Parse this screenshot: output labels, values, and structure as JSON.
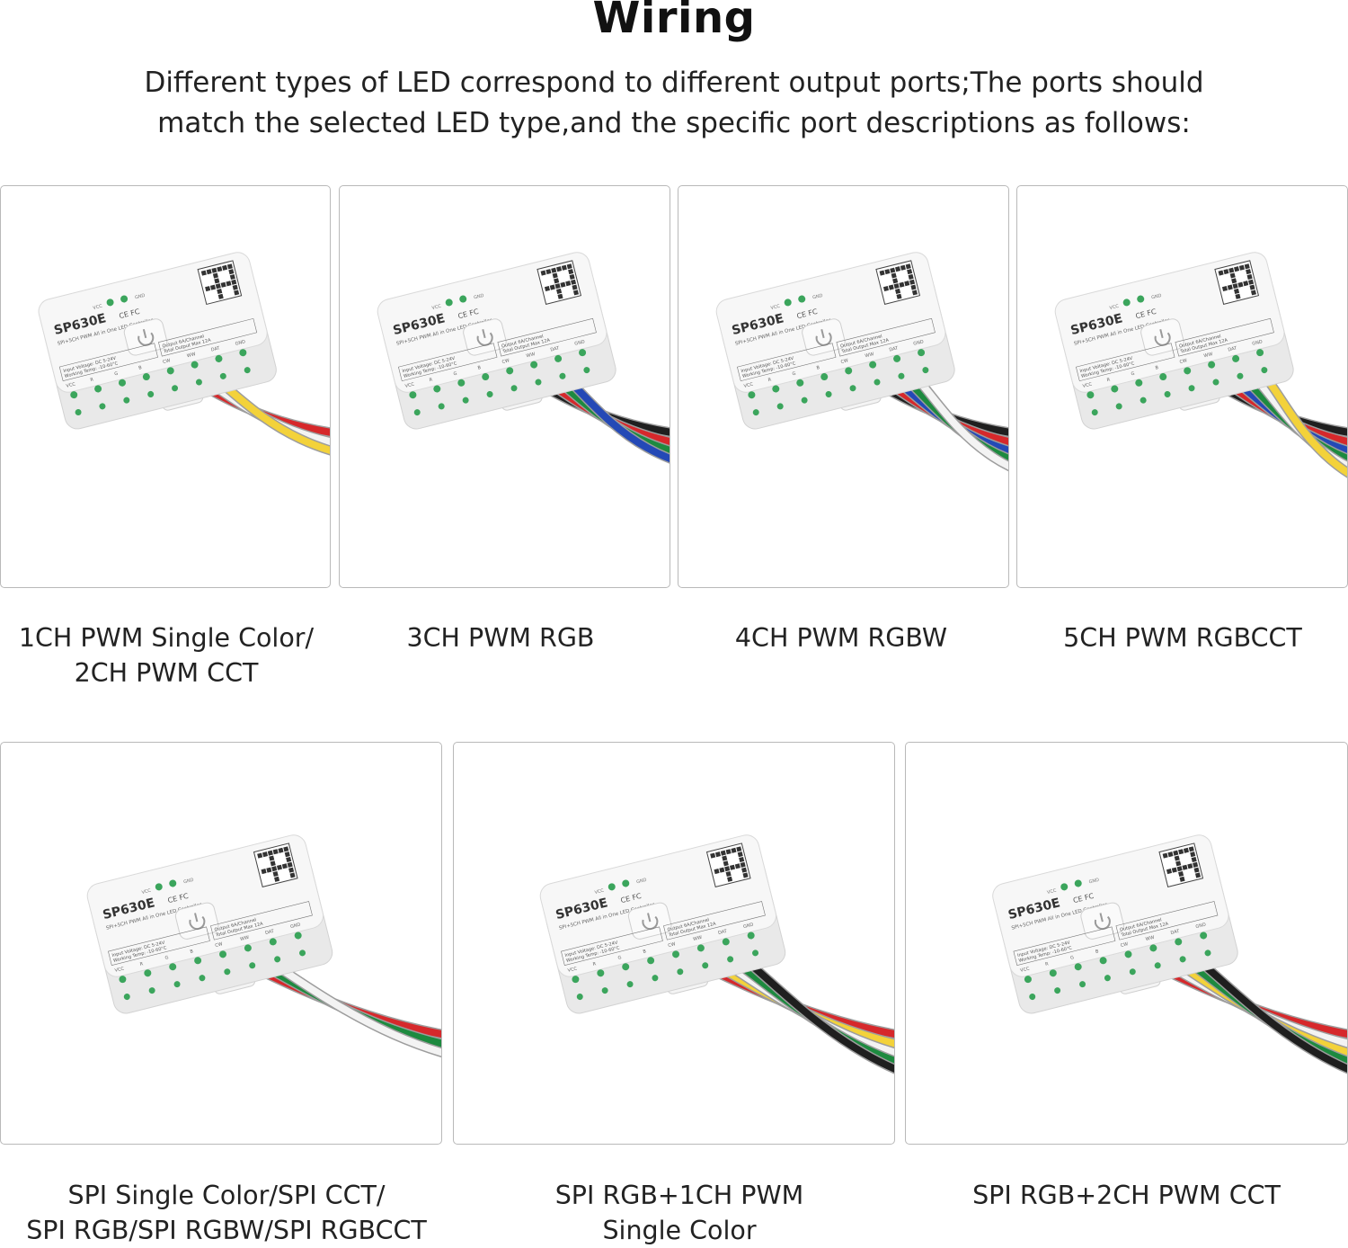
{
  "header": {
    "title": "Wiring",
    "subtitle_line1": "Different types of LED correspond to different output ports;The ports should",
    "subtitle_line2": "match the selected LED type,and the specific port descriptions as follows:"
  },
  "device": {
    "model": "SP630E",
    "description": "SPI+5CH PWM All in One LED Controller",
    "spec_left": [
      "Input Voltage: DC 5-24V",
      "Working Temp: -10-60°C"
    ],
    "spec_right": [
      "Output 6A/Channel",
      "Total Output Max 12A"
    ],
    "port_labels": [
      "VCC",
      "R",
      "G",
      "B",
      "CW",
      "WW",
      "DAT",
      "GND"
    ],
    "top_labels": [
      "VCC",
      "GND"
    ]
  },
  "colors": {
    "red": "#d6282b",
    "yellow": "#f3d23a",
    "white": "#f3f3f3",
    "black": "#1f1f1f",
    "green": "#1d8a3f",
    "blue": "#2449b6",
    "wire_outline": "#9d9d9d",
    "led_green": "#3ba55c"
  },
  "row1": [
    {
      "caption_lines": [
        "1CH PWM Single Color/",
        "2CH PWM CCT"
      ],
      "wires": [
        "red",
        "white",
        "yellow"
      ],
      "icon": "led-controller-pwm-single-cct-image"
    },
    {
      "caption_lines": [
        "3CH PWM RGB"
      ],
      "wires": [
        "black",
        "red",
        "green",
        "blue"
      ],
      "icon": "led-controller-pwm-rgb-image"
    },
    {
      "caption_lines": [
        "4CH PWM RGBW"
      ],
      "wires": [
        "black",
        "red",
        "blue",
        "green",
        "white"
      ],
      "icon": "led-controller-pwm-rgbw-image"
    },
    {
      "caption_lines": [
        "5CH PWM RGBCCT"
      ],
      "wires": [
        "black",
        "red",
        "blue",
        "green",
        "white",
        "yellow"
      ],
      "icon": "led-controller-pwm-rgbcct-image"
    }
  ],
  "row2": [
    {
      "caption_lines": [
        "SPI Single Color/SPI CCT/",
        "SPI RGB/SPI RGBW/SPI RGBCCT"
      ],
      "wires": [
        "red",
        "green",
        "white"
      ],
      "icon": "led-controller-spi-image"
    },
    {
      "caption_lines": [
        "SPI RGB+1CH PWM",
        "Single Color"
      ],
      "wires": [
        "red",
        "yellow",
        "white",
        "green",
        "black"
      ],
      "icon": "led-controller-spi-rgb-1ch-image"
    },
    {
      "caption_lines": [
        "SPI RGB+2CH PWM CCT"
      ],
      "wires": [
        "red",
        "white",
        "yellow",
        "green",
        "black"
      ],
      "icon": "led-controller-spi-rgb-2ch-image"
    }
  ]
}
